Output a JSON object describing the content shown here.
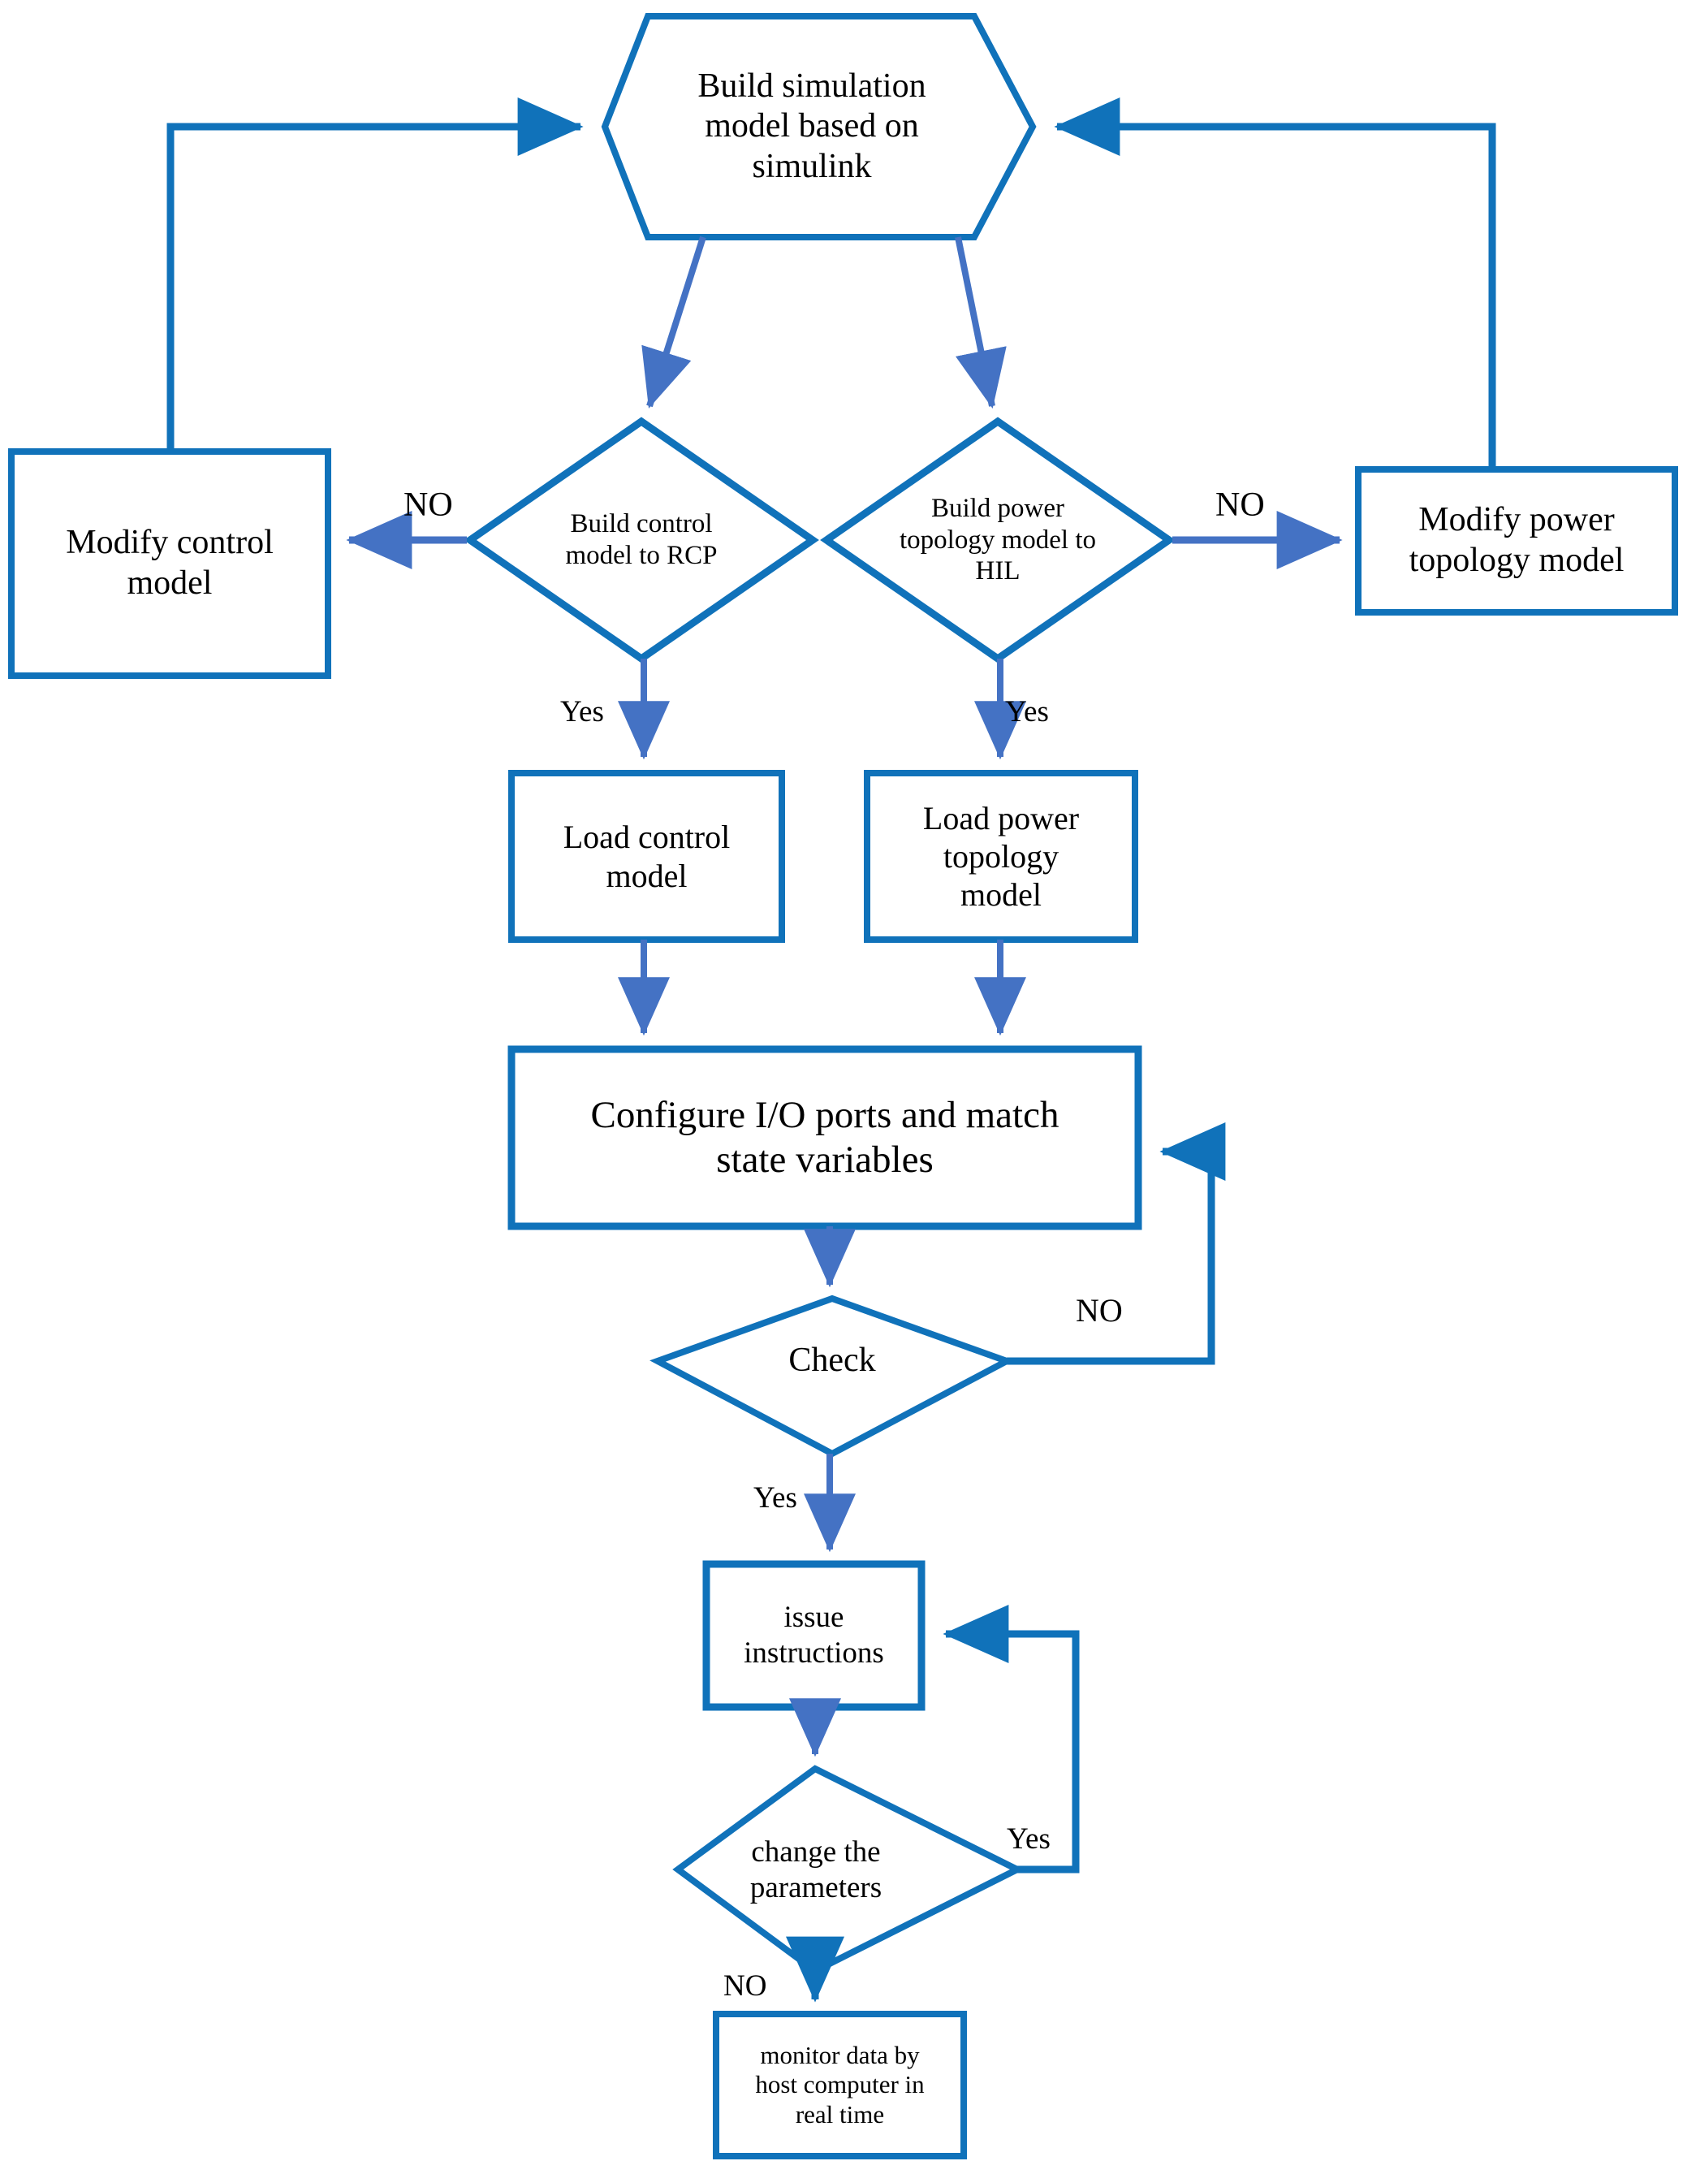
{
  "diagram": {
    "title": "HIL/RCP simulation workflow flowchart",
    "colors": {
      "shape_stroke": "#1072BA",
      "arrow_accent": "#4472C4",
      "text": "#000000",
      "background": "#FFFFFF"
    },
    "nodes": [
      {
        "id": "build-simulation-model",
        "shape": "hexagon",
        "label": "Build  simulation model based on simulink",
        "lines": [
          "Build  simulation",
          "model based on",
          "simulink"
        ]
      },
      {
        "id": "modify-control-model",
        "shape": "rectangle",
        "label": "Modify control model",
        "lines": [
          "Modify control",
          "model"
        ]
      },
      {
        "id": "build-control-model-to-rcp",
        "shape": "diamond",
        "label": "Build control model to RCP",
        "lines": [
          "Build control",
          "model to RCP"
        ]
      },
      {
        "id": "build-power-topology-model-to-hil",
        "shape": "diamond",
        "label": "Build power topology model to HIL",
        "lines": [
          "Build power",
          "topology model to",
          "HIL"
        ]
      },
      {
        "id": "modify-power-topology-model",
        "shape": "rectangle",
        "label": "Modify power topology model",
        "lines": [
          "Modify power",
          "topology model"
        ]
      },
      {
        "id": "load-control-model",
        "shape": "rectangle",
        "label": "Load control model",
        "lines": [
          "Load control",
          "model"
        ]
      },
      {
        "id": "load-power-topology-model",
        "shape": "rectangle",
        "label": "Load power topology model",
        "lines": [
          "Load power",
          "topology",
          "model"
        ]
      },
      {
        "id": "configure-io-ports",
        "shape": "rectangle",
        "label": "Configure I/O ports and match state variables",
        "lines": [
          "Configure I/O ports and match",
          "state variables"
        ]
      },
      {
        "id": "check",
        "shape": "diamond",
        "label": "Check",
        "lines": [
          "Check"
        ]
      },
      {
        "id": "issue-instructions",
        "shape": "rectangle",
        "label": "issue instructions",
        "lines": [
          "issue",
          "instructions"
        ]
      },
      {
        "id": "change-the-parameters",
        "shape": "diamond",
        "label": "change the parameters",
        "lines": [
          "change the",
          "parameters"
        ]
      },
      {
        "id": "monitor-data",
        "shape": "rectangle",
        "label": "monitor data by host computer in real time",
        "lines": [
          "monitor data by",
          "host computer in",
          "real time"
        ]
      }
    ],
    "edge_labels": {
      "control_no": "NO",
      "power_no": "NO",
      "control_yes": "Yes",
      "power_yes": "Yes",
      "check_no": "NO",
      "check_yes": "Yes",
      "params_yes": "Yes",
      "params_no": "NO"
    }
  }
}
